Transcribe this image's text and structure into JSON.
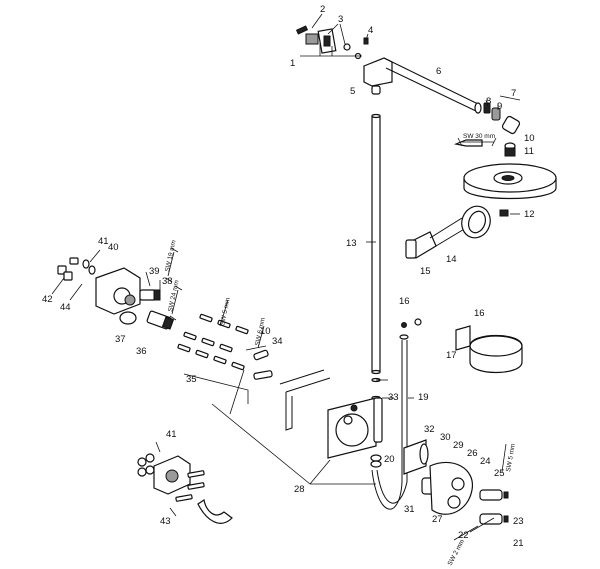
{
  "diagram": {
    "part_numbers": {
      "p1": "1",
      "p2": "2",
      "p3": "3",
      "p4": "4",
      "p5": "5",
      "p6": "6",
      "p7": "7",
      "p8": "8",
      "p9": "9",
      "p10": "10",
      "p11": "11",
      "p12": "12",
      "p13": "13",
      "p14": "14",
      "p15": "15",
      "p16a": "16",
      "p16b": "16",
      "p17": "17",
      "p19": "19",
      "p20": "20",
      "p21": "21",
      "p22": "22",
      "p23": "23",
      "p24": "24",
      "p25": "25",
      "p26": "26",
      "p27": "27",
      "p28": "28",
      "p29": "29",
      "p30": "30",
      "p31": "31",
      "p32": "32",
      "p33": "33",
      "p34": "34",
      "p35": "35",
      "p36": "36",
      "p37": "37",
      "p38": "38",
      "p39": "39",
      "p10b": "10",
      "p40": "40",
      "p41a": "41",
      "p41b": "41",
      "p42": "42",
      "p43": "43",
      "p44": "44"
    },
    "tool_labels": {
      "sw30": "SW 30 mm",
      "sw19": "SW 19 mm",
      "sw24": "SW 24 mm",
      "sw5": "SW 5 mm",
      "sw6": "SW 6 mm",
      "sw5b": "SW 5 mm",
      "sw2": "SW 2 mm"
    }
  }
}
